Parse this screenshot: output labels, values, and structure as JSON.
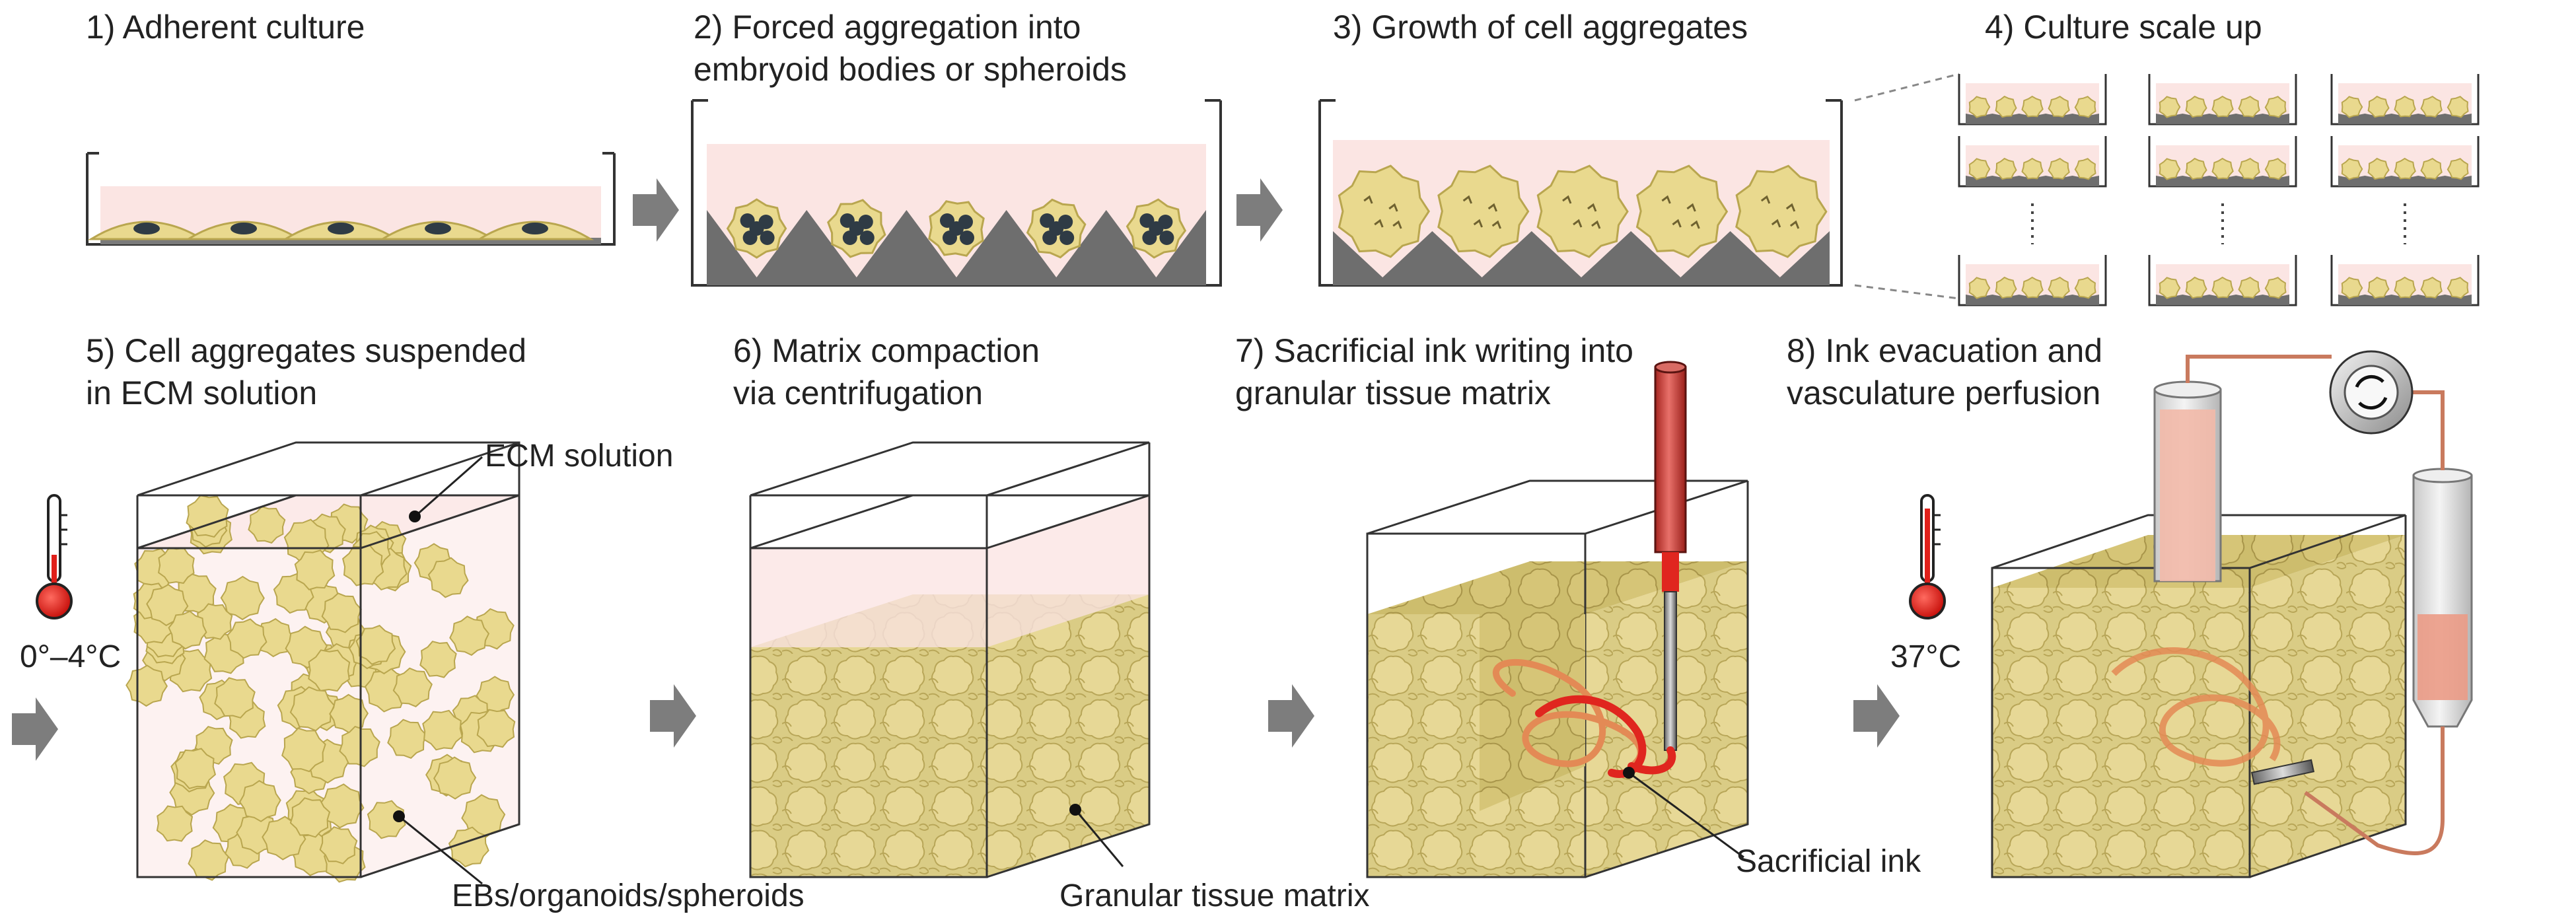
{
  "steps": [
    {
      "title_lines": [
        "1) Adherent culture"
      ]
    },
    {
      "title_lines": [
        "2) Forced aggregation into",
        "embryoid bodies or spheroids"
      ]
    },
    {
      "title_lines": [
        "3) Growth of cell aggregates"
      ]
    },
    {
      "title_lines": [
        "4) Culture scale up"
      ]
    },
    {
      "title_lines": [
        "5) Cell aggregates suspended",
        "in ECM solution"
      ]
    },
    {
      "title_lines": [
        "6) Matrix compaction",
        "via centrifugation"
      ]
    },
    {
      "title_lines": [
        "7) Sacrificial ink writing into",
        "granular tissue matrix"
      ]
    },
    {
      "title_lines": [
        "8) Ink evacuation and",
        "vasculature perfusion"
      ]
    }
  ],
  "labels": {
    "ecm_solution": "ECM solution",
    "ebs_organoids": "EBs/organoids/spheroids",
    "granular_matrix": "Granular tissue matrix",
    "sacrificial_ink": "Sacrificial ink"
  },
  "temperatures": {
    "cold": "0°–4°C",
    "warm": "37°C"
  },
  "colors": {
    "aggregate_fill": "#e9d98e",
    "aggregate_stroke": "#b9a64f",
    "matrix_fill": "#d6c679",
    "ink_red": "#e0261f",
    "ink_light": "#e38a55",
    "liquid_pink": "#fbe5e3",
    "substrate_gray": "#6e6e6e",
    "nucleus_dark": "#2f3b45",
    "arrow_gray": "#7d7d7d",
    "thermo_red": "#e01f1a"
  },
  "icons": [
    "thermometer-cold-icon",
    "thermometer-warm-icon",
    "pump-icon",
    "nozzle-icon",
    "reservoir-icon",
    "step-arrow-icon"
  ]
}
